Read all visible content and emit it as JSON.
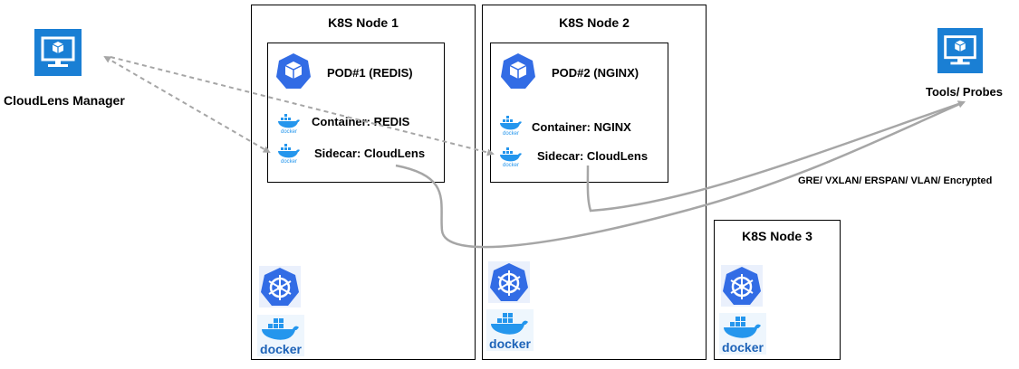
{
  "nodes": {
    "node1": {
      "title": "K8S Node 1"
    },
    "node2": {
      "title": "K8S Node 2"
    },
    "node3": {
      "title": "K8S Node 3"
    }
  },
  "pods": {
    "pod1": {
      "title": "POD#1 (REDIS)",
      "container": "Container: REDIS",
      "sidecar": "Sidecar: CloudLens"
    },
    "pod2": {
      "title": "POD#2 (NGINX)",
      "container": "Container: NGINX",
      "sidecar": "Sidecar: CloudLens"
    }
  },
  "manager": {
    "label": "CloudLens Manager"
  },
  "tools": {
    "label": "Tools/ Probes"
  },
  "tunnel": {
    "label": "GRE/ VXLAN/ ERSPAN/ VLAN/ Encrypted"
  },
  "docker_word": "docker",
  "colors": {
    "azure": "#1a7fd4",
    "k8s": "#326ce5",
    "docker": "#2496ed",
    "line": "#a6a6a6"
  },
  "icons": [
    "monitor-icon",
    "kubernetes-pod-icon",
    "kubernetes-wheel-icon",
    "docker-icon"
  ]
}
